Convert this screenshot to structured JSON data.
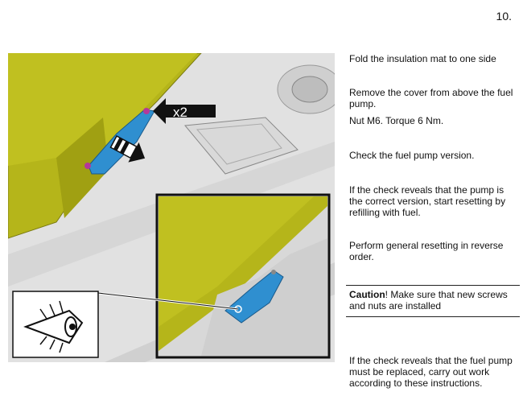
{
  "page": {
    "number": "10."
  },
  "illustration": {
    "quantity_label": "x2",
    "icon": "eye-icon"
  },
  "steps": [
    "Fold the insulation mat to one side",
    "Remove the cover from above the fuel pump.",
    "Nut M6. Torque 6 Nm.",
    "Check the fuel pump version.",
    "If the check reveals that the pump is the correct version, start resetting by refilling with fuel.",
    "Perform general resetting in reverse order."
  ],
  "caution": {
    "label": "Caution",
    "text": "! Make sure that new screws and nuts are installed"
  },
  "note": "If the check reveals that the fuel pump must be replaced, carry out work according to these instructions.",
  "colors": {
    "mat": "#b5b51a",
    "cover": "#2f8fd0",
    "fastener": "#b4389a"
  }
}
